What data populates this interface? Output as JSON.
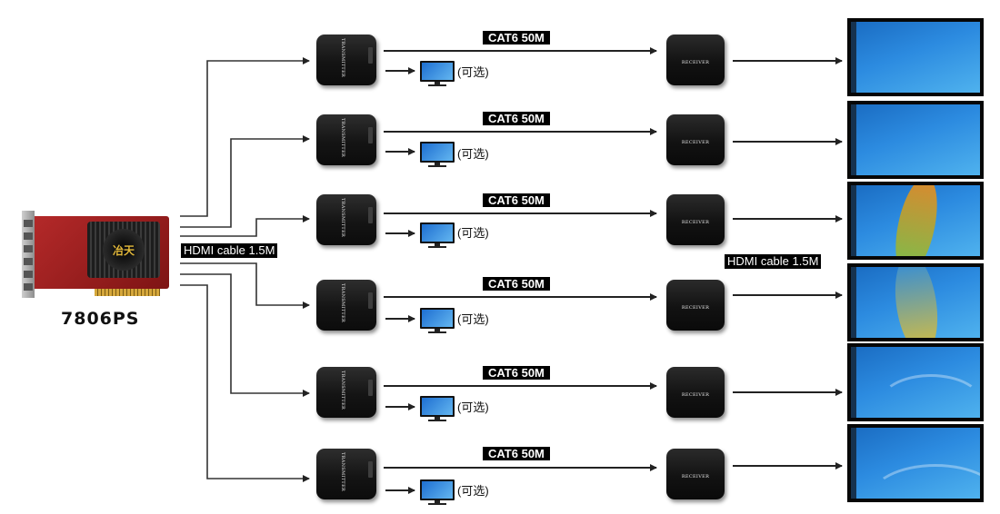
{
  "device": {
    "model": "7806PS",
    "chip_label": "冶天"
  },
  "cable_labels": {
    "hdmi_left": "HDMI  cable 1.5M",
    "hdmi_right": "HDMI  cable 1.5M"
  },
  "channels": [
    {
      "cat_label": "CAT6 50M",
      "optional_label": "(可选)",
      "transmitter_text": "TRANSMITTER",
      "receiver_text": "RECEIVER"
    },
    {
      "cat_label": "CAT6 50M",
      "optional_label": "(可选)",
      "transmitter_text": "TRANSMITTER",
      "receiver_text": "RECEIVER"
    },
    {
      "cat_label": "CAT6 50M",
      "optional_label": "(可选)",
      "transmitter_text": "TRANSMITTER",
      "receiver_text": "RECEIVER"
    },
    {
      "cat_label": "CAT6 50M",
      "optional_label": "(可选)",
      "transmitter_text": "TRANSMITTER",
      "receiver_text": "RECEIVER"
    },
    {
      "cat_label": "CAT6 50M",
      "optional_label": "(可选)",
      "transmitter_text": "TRANSMITTER",
      "receiver_text": "RECEIVER"
    },
    {
      "cat_label": "CAT6 50M",
      "optional_label": "(可选)",
      "transmitter_text": "TRANSMITTER",
      "receiver_text": "RECEIVER"
    }
  ],
  "video_wall": {
    "panel_count": 6
  },
  "colors": {
    "wire": "#333333",
    "label_bg": "#000000",
    "label_text": "#ffffff",
    "pcb": "#b62a2a",
    "screen": "#2c8be0"
  },
  "icons": {
    "monitor": "monitor-icon",
    "arrow": "arrow-right-icon"
  }
}
